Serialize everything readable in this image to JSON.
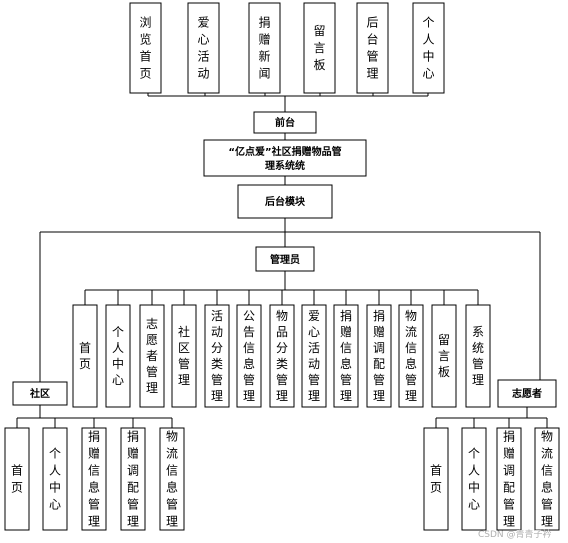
{
  "front_modules": [
    "浏览首页",
    "爱心活动",
    "捐赠新闻",
    "留言板",
    "后台管理",
    "个人中心"
  ],
  "front_node": "前台",
  "system_title_line1": "“亿点爱”社区捐赠物品管",
  "system_title_line2": "理系统统",
  "backend_node": "后台模块",
  "admin_node": "管理员",
  "admin_modules": [
    "首页",
    "个人中心",
    "志愿者管理",
    "社区管理",
    "活动分类管理",
    "公告信息管理",
    "物品分类管理",
    "爱心活动管理",
    "捐赠信息管理",
    "捐赠调配管理",
    "物流信息管理",
    "留言板",
    "系统管理"
  ],
  "community_node": "社区",
  "community_modules": [
    "首页",
    "个人中心",
    "捐赠信息管理",
    "捐赠调配管理",
    "物流信息管理"
  ],
  "volunteer_node": "志愿者",
  "volunteer_modules": [
    "首页",
    "个人中心",
    "捐赠调配管理",
    "物流信息管理"
  ],
  "watermark": "CSDN @青青子衿"
}
